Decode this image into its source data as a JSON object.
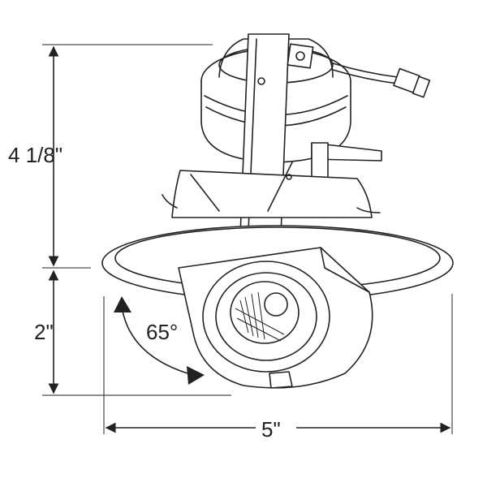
{
  "dimensions": {
    "height_upper": "4 1/8\"",
    "height_lower": "2\"",
    "rotation_angle": "65°",
    "width": "5\""
  },
  "colors": {
    "line": "#222222",
    "background": "#ffffff"
  }
}
